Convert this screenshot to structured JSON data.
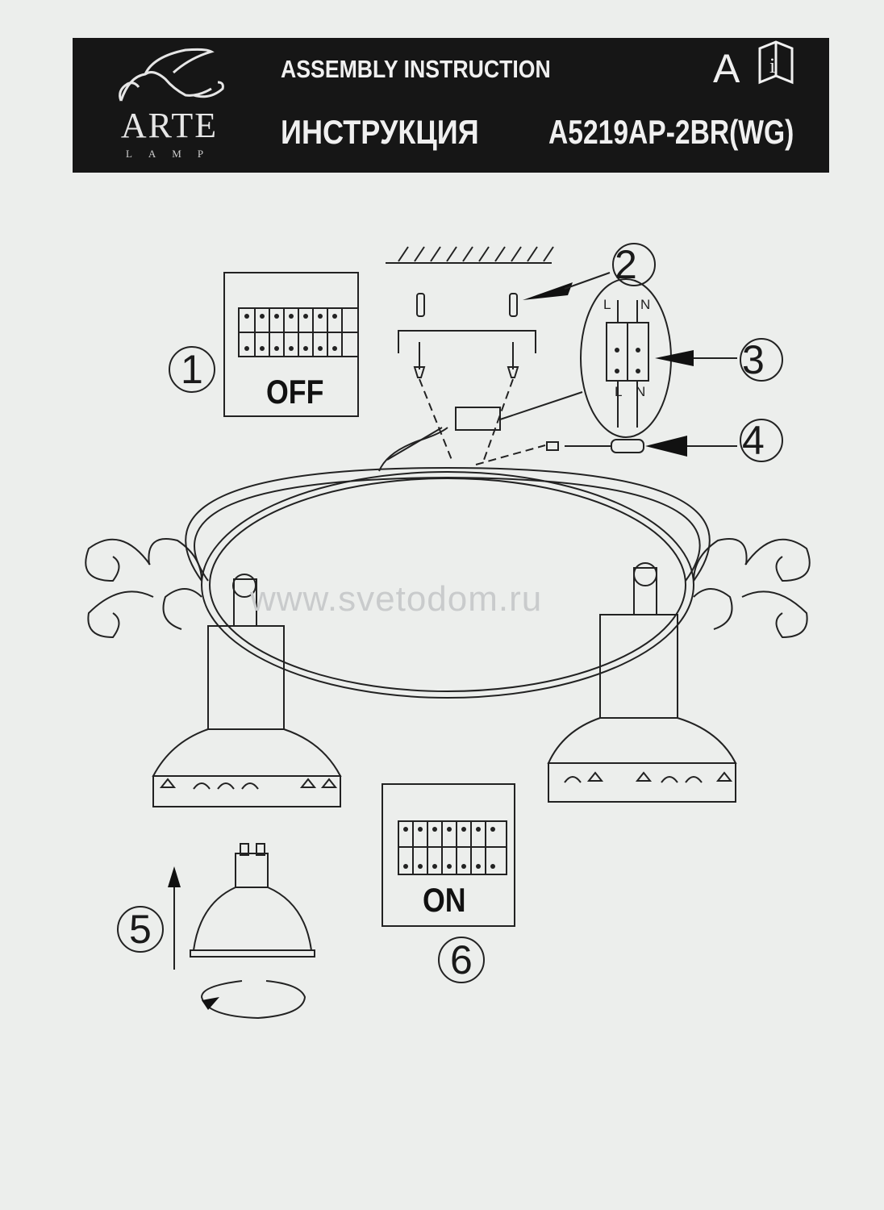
{
  "header": {
    "brand": "ARTE",
    "brand_sub": "LAMP",
    "title_en": "ASSEMBLY INSTRUCTION",
    "title_ru": "ИНСТРУКЦИЯ",
    "model": "A5219AP-2BR(WG)",
    "language_letter": "A",
    "info_icon": "info-book-icon"
  },
  "steps": {
    "s1": "1",
    "s2": "2",
    "s3": "3",
    "s4": "4",
    "s5": "5",
    "s6": "6"
  },
  "switch_off": "OFF",
  "switch_on": "ON",
  "terminal": {
    "top_l": "L",
    "top_n": "N",
    "bottom_l": "L",
    "bottom_n": "N"
  },
  "watermark": "www.svetodom.ru",
  "colors": {
    "header_bg": "#161616",
    "paper": "#eceeec",
    "ink": "#1a1a1a"
  }
}
